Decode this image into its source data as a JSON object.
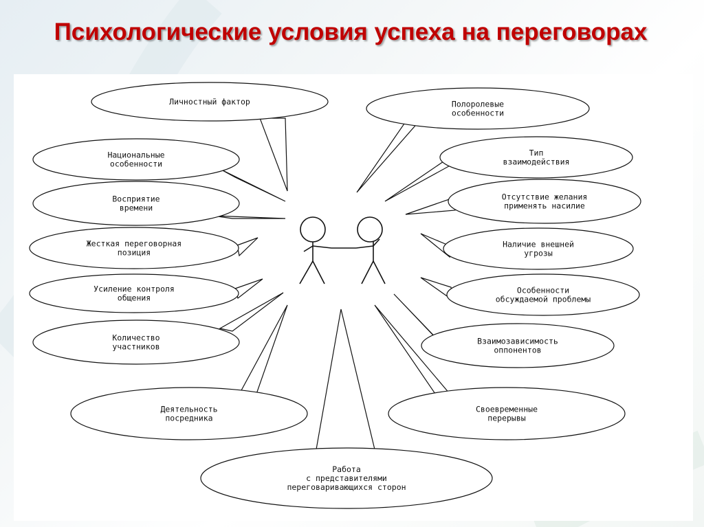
{
  "title": "Психологические условия успеха на переговорах",
  "bubbles": [
    {
      "id": "b1",
      "lines": [
        "Личностный фактор"
      ]
    },
    {
      "id": "b2",
      "lines": [
        "Национальные",
        "особенности"
      ]
    },
    {
      "id": "b3",
      "lines": [
        "Восприятие",
        "времени"
      ]
    },
    {
      "id": "b4",
      "lines": [
        "Жесткая переговорная",
        "позиция"
      ]
    },
    {
      "id": "b5",
      "lines": [
        "Усиление контроля",
        "общения"
      ]
    },
    {
      "id": "b6",
      "lines": [
        "Количество",
        "участников"
      ]
    },
    {
      "id": "b7",
      "lines": [
        "Деятельность",
        "посредника"
      ]
    },
    {
      "id": "b8",
      "lines": [
        "Полоролевые",
        "особенности"
      ]
    },
    {
      "id": "b9",
      "lines": [
        "Тип",
        "взаимодействия"
      ]
    },
    {
      "id": "b10",
      "lines": [
        "Отсутствие желания",
        "применять насилие"
      ]
    },
    {
      "id": "b11",
      "lines": [
        "Наличие внешней",
        "угрозы"
      ]
    },
    {
      "id": "b12",
      "lines": [
        "Особенности",
        "обсуждаемой проблемы"
      ]
    },
    {
      "id": "b13",
      "lines": [
        "Взаимозависимость",
        "оппонентов"
      ]
    },
    {
      "id": "b14",
      "lines": [
        "Своевременные",
        "перерывы"
      ]
    },
    {
      "id": "b15",
      "lines": [
        "Работа",
        "с представителями",
        "переговаривающихся сторон"
      ]
    }
  ]
}
